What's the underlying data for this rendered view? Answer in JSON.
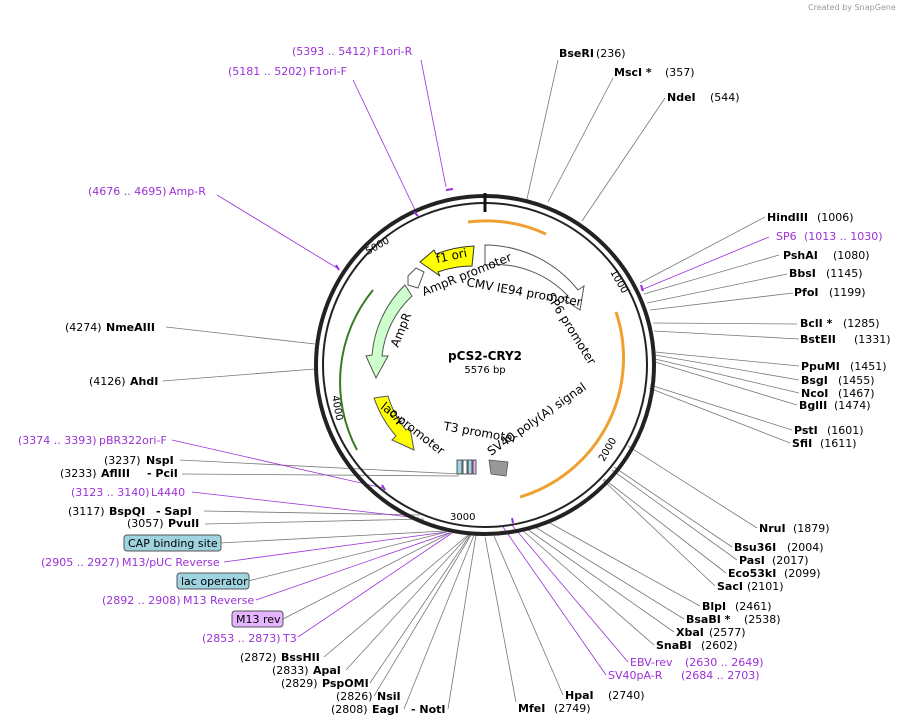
{
  "credit": "Created by SnapGene",
  "plasmid": {
    "name": "pCS2-CRY2",
    "length": "5576 bp"
  },
  "ticks": [
    "1000",
    "2000",
    "3000",
    "4000",
    "5000"
  ],
  "features": {
    "f1_ori": "f1 ori",
    "ori": "ori",
    "ampr": "AmpR",
    "ampr_promoter": "AmpR promoter",
    "cmv_promoter": "CMV IE94 promoter",
    "sp6_promoter": "SP6 promoter",
    "sv40": "SV40 poly(A) signal",
    "t3_promoter": "T3 promoter",
    "lac_promoter": "lac promoter"
  },
  "sites_right": [
    {
      "name": "BseRI",
      "pos": "(236)"
    },
    {
      "name": "MscI *",
      "pos": "(357)"
    },
    {
      "name": "NdeI",
      "pos": "(544)"
    },
    {
      "name": "HindIII",
      "pos": "(1006)"
    },
    {
      "name": "SP6",
      "pos": "(1013 .. 1030)",
      "primer": true
    },
    {
      "name": "PshAI",
      "pos": "(1080)"
    },
    {
      "name": "BbsI",
      "pos": "(1145)"
    },
    {
      "name": "PfoI",
      "pos": "(1199)"
    },
    {
      "name": "BclI *",
      "pos": "(1285)"
    },
    {
      "name": "BstEII",
      "pos": "(1331)"
    },
    {
      "name": "PpuMI",
      "pos": "(1451)"
    },
    {
      "name": "BsgI",
      "pos": "(1455)"
    },
    {
      "name": "NcoI",
      "pos": "(1467)"
    },
    {
      "name": "BglII",
      "pos": "(1474)"
    },
    {
      "name": "PstI",
      "pos": "(1601)"
    },
    {
      "name": "SfiI",
      "pos": "(1611)"
    },
    {
      "name": "NruI",
      "pos": "(1879)"
    },
    {
      "name": "Bsu36I",
      "pos": "(2004)"
    },
    {
      "name": "PasI",
      "pos": "(2017)"
    },
    {
      "name": "Eco53kI",
      "pos": "(2099)"
    },
    {
      "name": "SacI",
      "pos": "(2101)"
    },
    {
      "name": "BlpI",
      "pos": "(2461)"
    },
    {
      "name": "BsaBI *",
      "pos": "(2538)"
    },
    {
      "name": "XbaI",
      "pos": "(2577)"
    },
    {
      "name": "SnaBI",
      "pos": "(2602)"
    },
    {
      "name": "EBV-rev",
      "pos": "(2630 .. 2649)",
      "primer": true
    },
    {
      "name": "SV40pA-R",
      "pos": "(2684 .. 2703)",
      "primer": true
    },
    {
      "name": "HpaI",
      "pos": "(2740)"
    },
    {
      "name": "MfeI",
      "pos": "(2749)"
    }
  ],
  "sites_left": [
    {
      "name": "F1ori-R",
      "pos": "(5393 .. 5412)",
      "primer": true
    },
    {
      "name": "F1ori-F",
      "pos": "(5181 .. 5202)",
      "primer": true
    },
    {
      "name": "Amp-R",
      "pos": "(4676 .. 4695)",
      "primer": true
    },
    {
      "name": "NmeAIII",
      "pos": "(4274)"
    },
    {
      "name": "AhdI",
      "pos": "(4126)"
    },
    {
      "name": "pBR322ori-F",
      "pos": "(3374 .. 3393)",
      "primer": true
    },
    {
      "name": "NspI",
      "pos": "(3237)"
    },
    {
      "name": "AflIII",
      "pos": "(3233)",
      "extra": "- PciI"
    },
    {
      "name": "L4440",
      "pos": "(3123 .. 3140)",
      "primer": true
    },
    {
      "name": "BspQI",
      "pos": "(3117)",
      "extra": "- SapI"
    },
    {
      "name": "PvuII",
      "pos": "(3057)"
    },
    {
      "name": "M13/pUC Reverse",
      "pos": "(2905 .. 2927)",
      "primer": true
    },
    {
      "name": "M13 Reverse",
      "pos": "(2892 .. 2908)",
      "primer": true
    },
    {
      "name": "T3",
      "pos": "(2853 .. 2873)",
      "primer": true
    },
    {
      "name": "BssHII",
      "pos": "(2872)"
    },
    {
      "name": "ApaI",
      "pos": "(2833)"
    },
    {
      "name": "PspOMI",
      "pos": "(2829)"
    },
    {
      "name": "NsiI",
      "pos": "(2826)"
    },
    {
      "name": "EagI",
      "pos": "(2808)",
      "extra": "- NotI"
    }
  ],
  "boxes": {
    "cap": "CAP binding site",
    "lac_operator": "lac operator",
    "m13_rev": "M13 rev"
  },
  "colors": {
    "primer": "#9b30d9",
    "yellow": "#ffff00",
    "green": "#ccffcc",
    "white": "#ffffff",
    "orange": "#f0a030",
    "box_blue": "#9fd3e0",
    "box_purple": "#e6b3ff"
  }
}
